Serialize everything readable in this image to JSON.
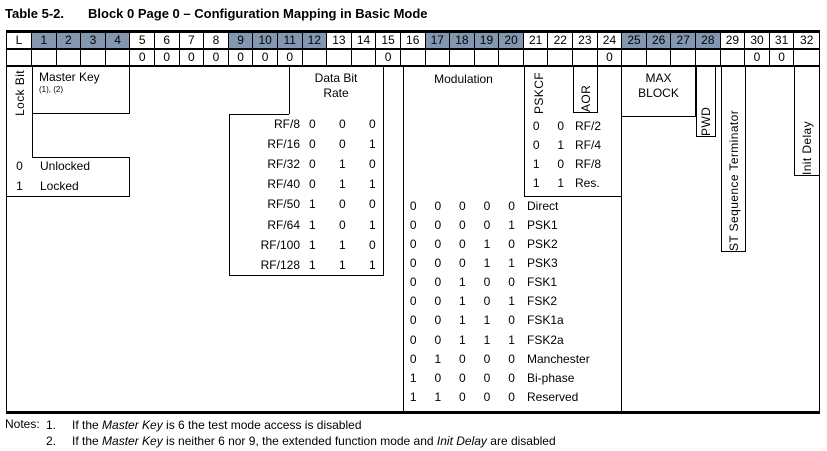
{
  "title": {
    "label": "Table 5-2.",
    "text": "Block 0 Page 0 – Configuration Mapping in Basic Mode"
  },
  "colors": {
    "header_shade": "#8497b0"
  },
  "header": {
    "cells": [
      "L",
      "1",
      "2",
      "3",
      "4",
      "5",
      "6",
      "7",
      "8",
      "9",
      "10",
      "11",
      "12",
      "13",
      "14",
      "15",
      "16",
      "17",
      "18",
      "19",
      "20",
      "21",
      "22",
      "23",
      "24",
      "25",
      "26",
      "27",
      "28",
      "29",
      "30",
      "31",
      "32"
    ],
    "shaded_columns": [
      1,
      2,
      3,
      4,
      9,
      10,
      11,
      12,
      17,
      18,
      19,
      20,
      25,
      26,
      27,
      28
    ],
    "preset_values": [
      "",
      "",
      "",
      "",
      "",
      "0",
      "0",
      "0",
      "0",
      "0",
      "0",
      "0",
      "",
      "",
      "",
      "0",
      "",
      "",
      "",
      "",
      "",
      "",
      "",
      "",
      "0",
      "",
      "",
      "",
      "",
      "",
      "0",
      "0",
      ""
    ]
  },
  "lock_bit": {
    "label": "Lock Bit",
    "options": [
      {
        "value": "0",
        "label": "Unlocked"
      },
      {
        "value": "1",
        "label": "Locked"
      }
    ]
  },
  "master_key": {
    "label": "Master Key",
    "note_refs": "(1), (2)"
  },
  "data_bit_rate": {
    "label": "Data Bit Rate",
    "bit_columns": [
      12,
      13,
      14
    ],
    "rows": [
      {
        "rate": "RF/8",
        "bits": [
          "0",
          "0",
          "0"
        ]
      },
      {
        "rate": "RF/16",
        "bits": [
          "0",
          "0",
          "1"
        ]
      },
      {
        "rate": "RF/32",
        "bits": [
          "0",
          "1",
          "0"
        ]
      },
      {
        "rate": "RF/40",
        "bits": [
          "0",
          "1",
          "1"
        ]
      },
      {
        "rate": "RF/50",
        "bits": [
          "1",
          "0",
          "0"
        ]
      },
      {
        "rate": "RF/64",
        "bits": [
          "1",
          "0",
          "1"
        ]
      },
      {
        "rate": "RF/100",
        "bits": [
          "1",
          "1",
          "0"
        ]
      },
      {
        "rate": "RF/128",
        "bits": [
          "1",
          "1",
          "1"
        ]
      }
    ]
  },
  "modulation": {
    "label": "Modulation",
    "bit_columns": [
      16,
      17,
      18,
      19,
      20
    ],
    "rows": [
      {
        "bits": [
          "0",
          "0",
          "0",
          "0",
          "0"
        ],
        "label": "Direct"
      },
      {
        "bits": [
          "0",
          "0",
          "0",
          "0",
          "1"
        ],
        "label": "PSK1"
      },
      {
        "bits": [
          "0",
          "0",
          "0",
          "1",
          "0"
        ],
        "label": "PSK2"
      },
      {
        "bits": [
          "0",
          "0",
          "0",
          "1",
          "1"
        ],
        "label": "PSK3"
      },
      {
        "bits": [
          "0",
          "0",
          "1",
          "0",
          "0"
        ],
        "label": "FSK1"
      },
      {
        "bits": [
          "0",
          "0",
          "1",
          "0",
          "1"
        ],
        "label": "FSK2"
      },
      {
        "bits": [
          "0",
          "0",
          "1",
          "1",
          "0"
        ],
        "label": "FSK1a"
      },
      {
        "bits": [
          "0",
          "0",
          "1",
          "1",
          "1"
        ],
        "label": "FSK2a"
      },
      {
        "bits": [
          "0",
          "1",
          "0",
          "0",
          "0"
        ],
        "label": "Manchester"
      },
      {
        "bits": [
          "1",
          "0",
          "0",
          "0",
          "0"
        ],
        "label": "Bi-phase"
      },
      {
        "bits": [
          "1",
          "1",
          "0",
          "0",
          "0"
        ],
        "label": "Reserved"
      }
    ]
  },
  "pskcf": {
    "label": "PSKCF",
    "bit_columns": [
      21,
      22
    ],
    "rows": [
      {
        "bits": [
          "0",
          "0"
        ],
        "label": "RF/2"
      },
      {
        "bits": [
          "0",
          "1"
        ],
        "label": "RF/4"
      },
      {
        "bits": [
          "1",
          "0"
        ],
        "label": "RF/8"
      },
      {
        "bits": [
          "1",
          "1"
        ],
        "label": "Res."
      }
    ]
  },
  "aor": {
    "label": "AOR"
  },
  "max_block": {
    "label": "MAX BLOCK"
  },
  "pwd": {
    "label": "PWD"
  },
  "st_terminator": {
    "label": "ST Sequence Terminator"
  },
  "init_delay": {
    "label": "Init Delay"
  },
  "notes": {
    "label": "Notes:",
    "items": [
      {
        "num": "1.",
        "segments": [
          {
            "t": "If the "
          },
          {
            "t": "Master Key",
            "i": true
          },
          {
            "t": " is 6 the test mode access is disabled"
          }
        ]
      },
      {
        "num": "2.",
        "segments": [
          {
            "t": "If the "
          },
          {
            "t": "Master Key",
            "i": true
          },
          {
            "t": " is neither 6 nor 9, the extended function mode and "
          },
          {
            "t": "Init Delay",
            "i": true
          },
          {
            "t": " are disabled"
          }
        ]
      }
    ]
  }
}
